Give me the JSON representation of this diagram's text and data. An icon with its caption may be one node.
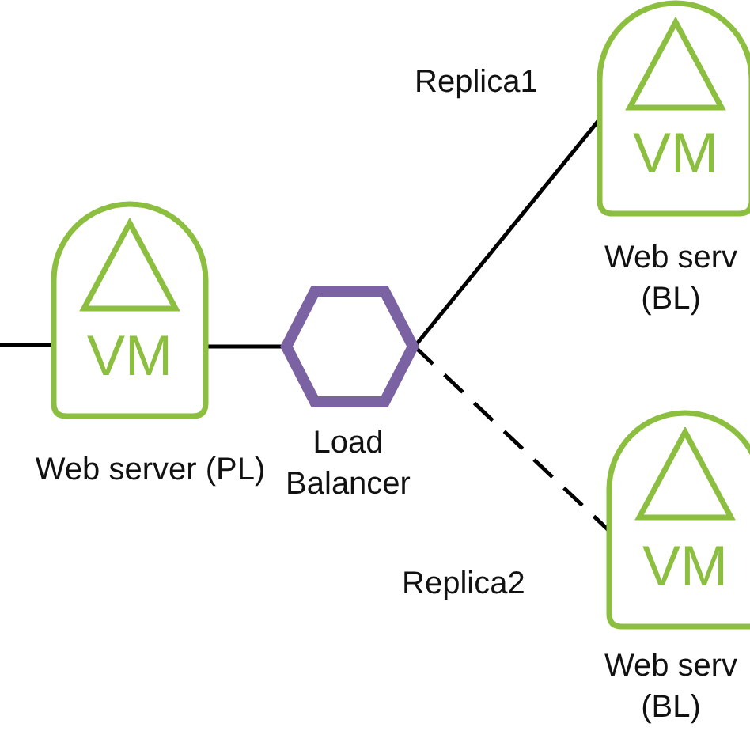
{
  "diagram": {
    "nodes": [
      {
        "text": [
          "VM"
        ],
        "beside": [
          "Web server (PL)"
        ]
      },
      {
        "text": [],
        "shape": "hexagon",
        "beside": [
          "Load Balancer"
        ]
      },
      {
        "text": [
          "VM"
        ],
        "beside": [
          "Web serv (BL)"
        ]
      },
      {
        "text": [
          "VM"
        ],
        "beside": [
          "Web serv (BL)"
        ]
      }
    ],
    "edges": [
      {
        "from": null,
        "to": 0,
        "arrow": "none"
      },
      {
        "from": 0,
        "to": 1,
        "arrow": "none"
      },
      {
        "from": 1,
        "to": 2,
        "arrow": "none",
        "label": "Replica1"
      },
      {
        "from": 1,
        "to": 3,
        "arrow": "none",
        "label": "Replica2",
        "style": "dashed"
      }
    ]
  }
}
